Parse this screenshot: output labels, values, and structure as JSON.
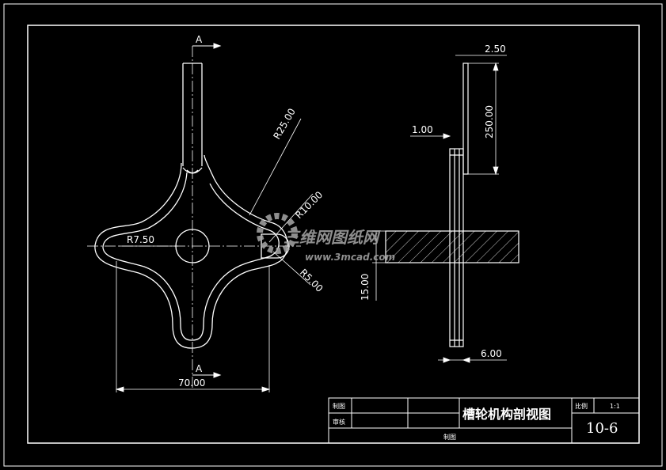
{
  "colors": {
    "background": "#000000",
    "lines": "#ffffff",
    "watermark": "#a7a7a7"
  },
  "section_marks": {
    "top": "A",
    "bottom": "A"
  },
  "dimensions": {
    "r25": "R25.00",
    "r10": "R10.00",
    "r5": "R5.00",
    "r7_5": "R7.50",
    "w70": "70.00",
    "d2_5": "2.50",
    "d250": "250.00",
    "d1": "1.00",
    "d15": "15.00",
    "d6": "6.00"
  },
  "title_block": {
    "drawn_by": "制图",
    "checked_by": "审核",
    "title": "槽轮机构剖视图",
    "scale_label": "比例",
    "scale_value": "1:1",
    "drawing_number": "10-6",
    "footer": "制图"
  },
  "watermark": {
    "text_cn": "三维网图纸网",
    "url": "www.3mcad.com"
  }
}
